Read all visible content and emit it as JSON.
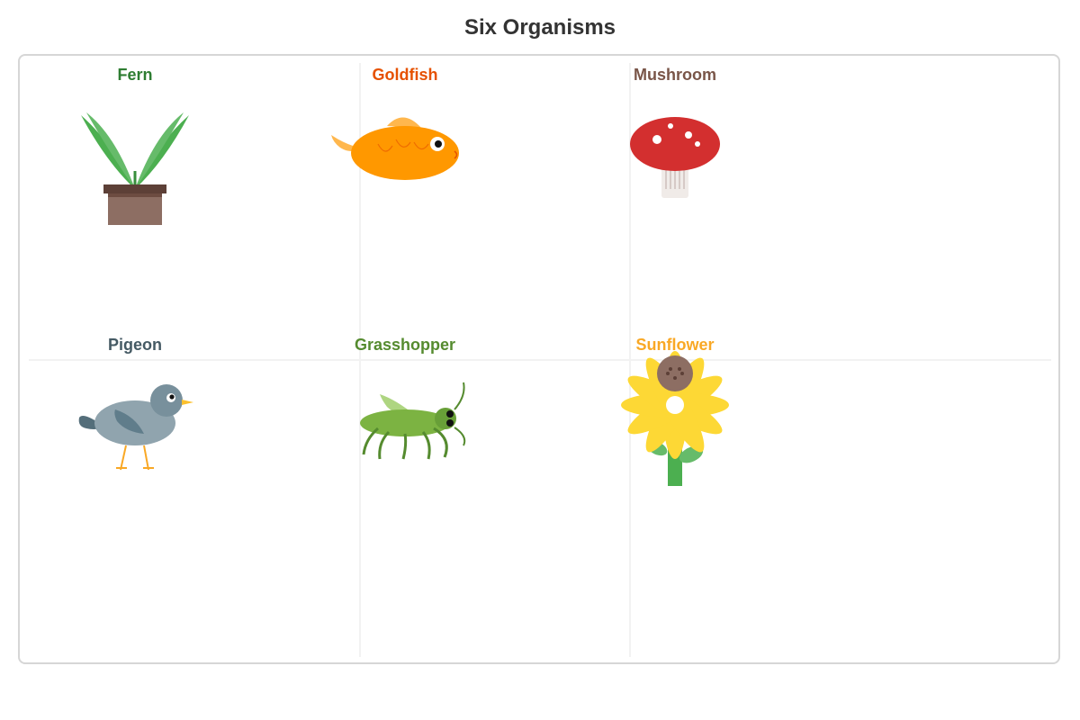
{
  "title": "Six Organisms",
  "organisms": [
    {
      "name": "Fern",
      "color": "#2e7d32",
      "icon": "fern-icon"
    },
    {
      "name": "Goldfish",
      "color": "#e65100",
      "icon": "goldfish-icon"
    },
    {
      "name": "Mushroom",
      "color": "#795548",
      "icon": "mushroom-icon"
    },
    {
      "name": "Pigeon",
      "color": "#455a64",
      "icon": "pigeon-icon"
    },
    {
      "name": "Grasshopper",
      "color": "#558b2f",
      "icon": "grasshopper-icon"
    },
    {
      "name": "Sunflower",
      "color": "#f9a825",
      "icon": "sunflower-icon"
    }
  ]
}
